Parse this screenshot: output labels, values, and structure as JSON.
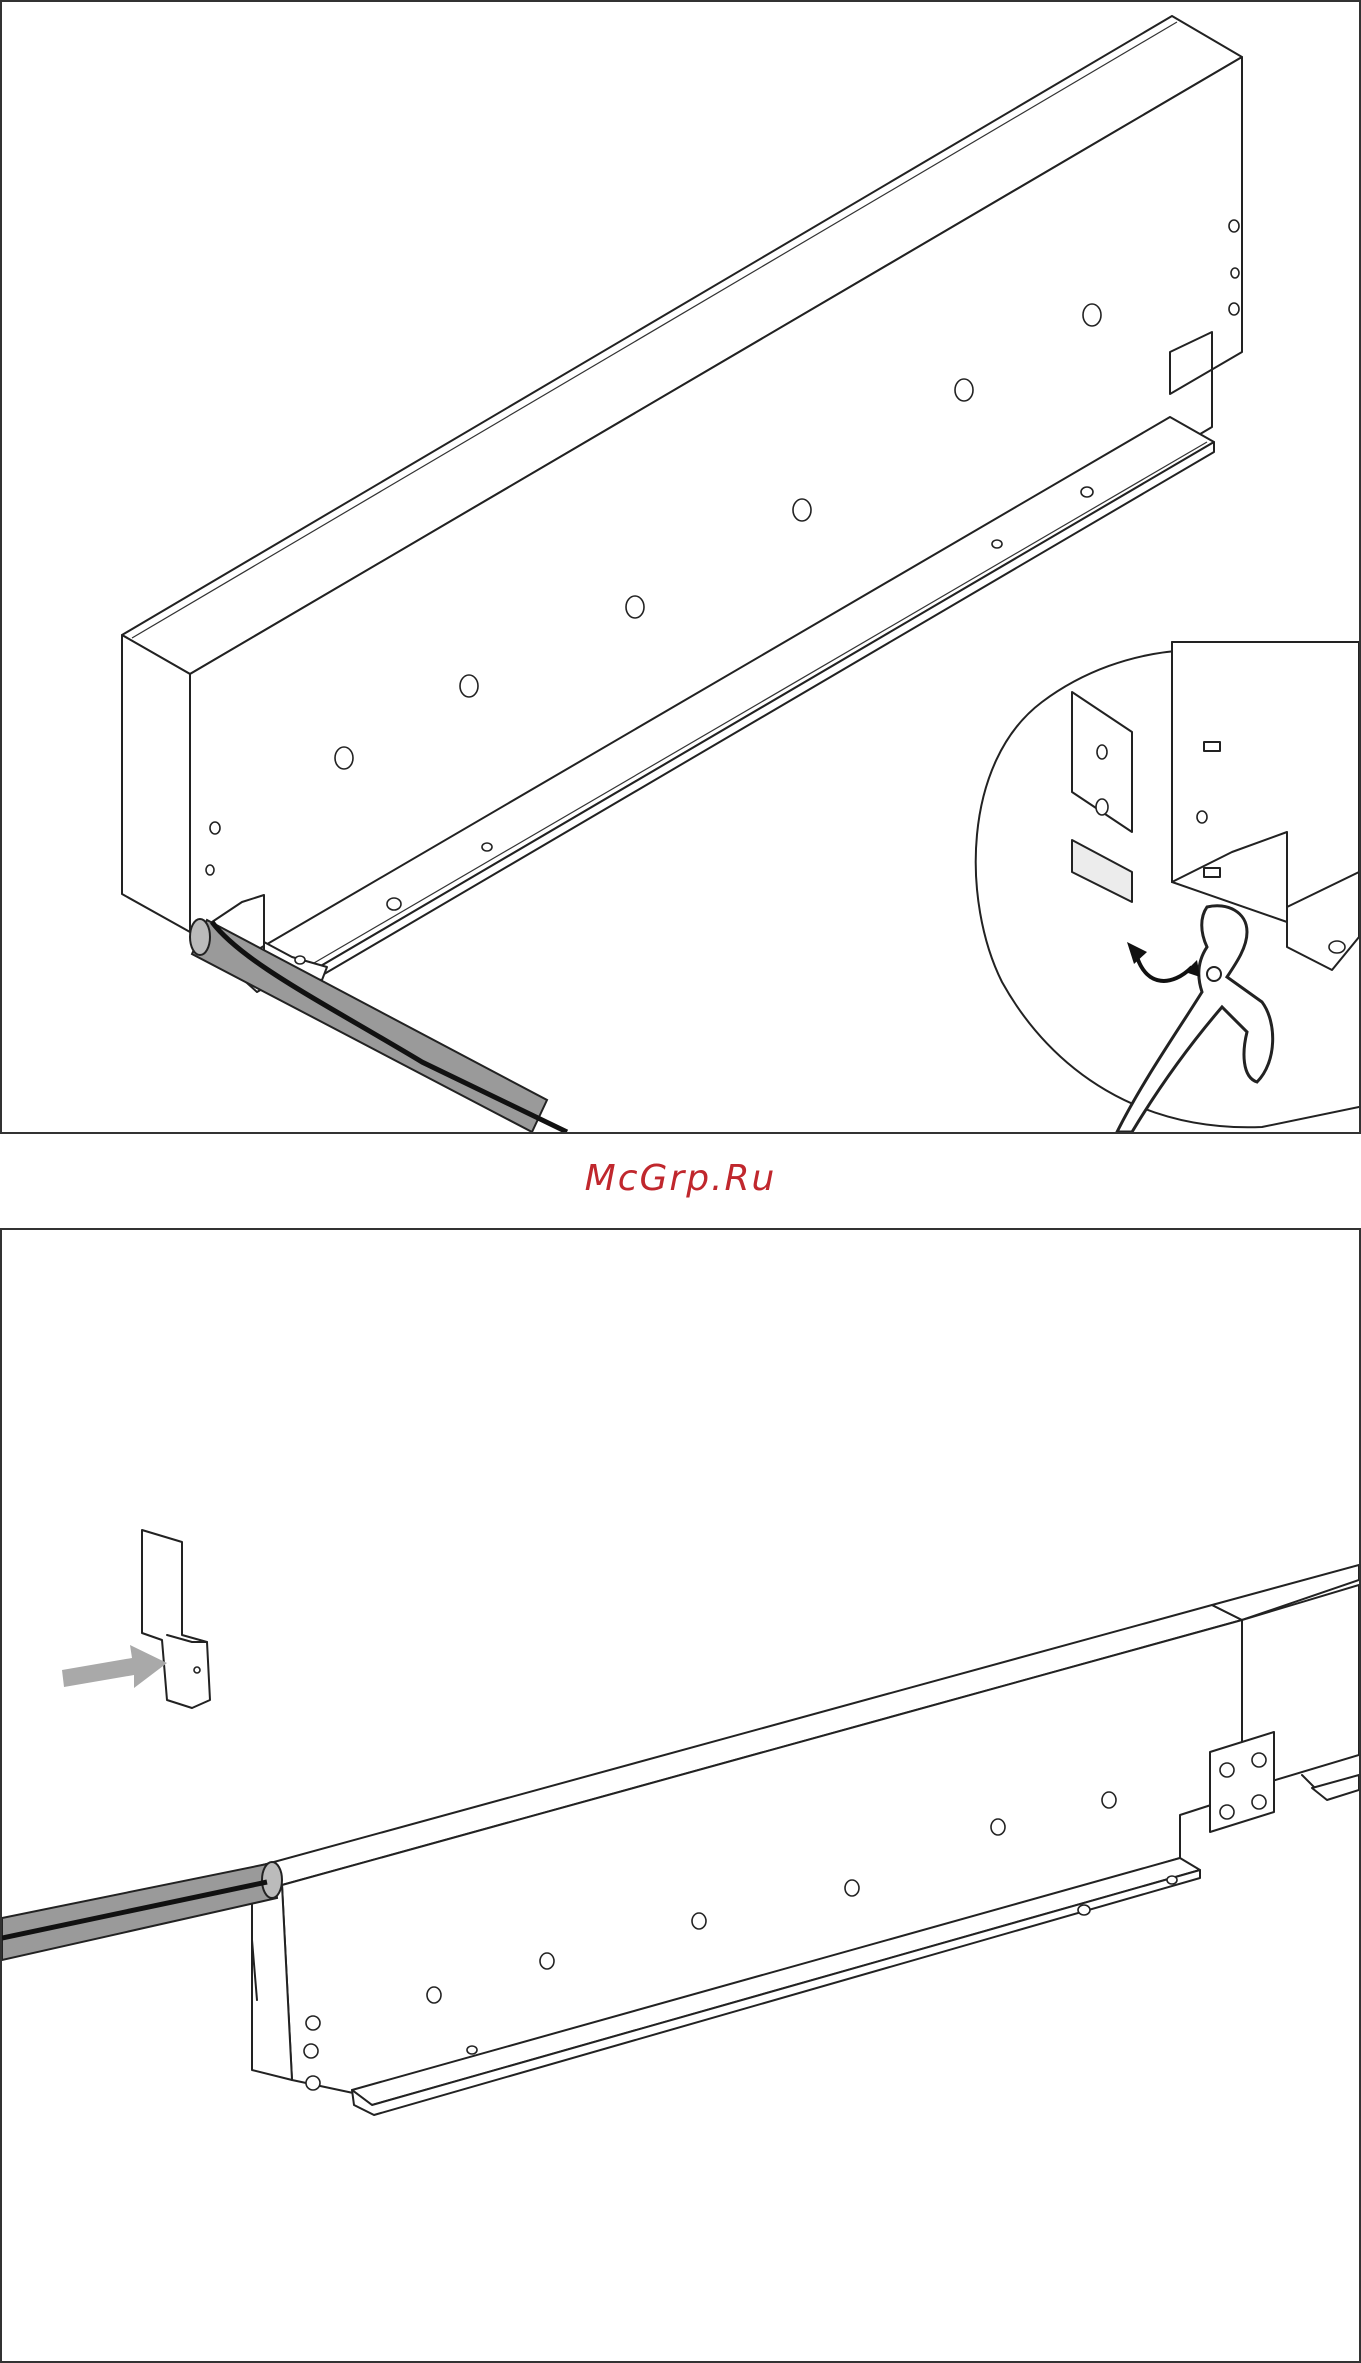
{
  "watermark": {
    "text": "McGrp.Ru",
    "color": "#c0272d"
  },
  "figures": [
    {
      "id": "top",
      "icons": [
        "drawer-side-panel",
        "magnify-detail-circle",
        "pliers-icon",
        "curved-arrow-icon",
        "rod-icon"
      ]
    },
    {
      "id": "bottom",
      "icons": [
        "drawer-side-panel",
        "front-bracket",
        "gray-arrow-icon",
        "rod-icon"
      ]
    }
  ],
  "colors": {
    "line": "#222222",
    "rod_fill": "#9a9a9a",
    "arrow_gray": "#a9a9a9",
    "frame": "#333333"
  }
}
